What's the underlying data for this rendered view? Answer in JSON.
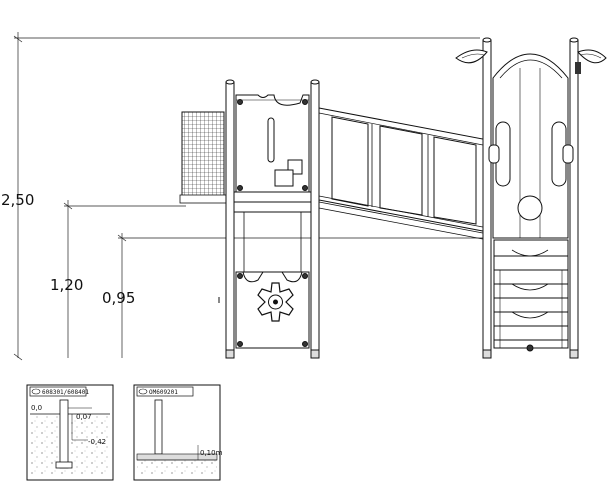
{
  "dimensions": {
    "overall_height": "2,50",
    "platform_height": "1,20",
    "step_height": "0,95"
  },
  "detail_left": {
    "tag": "608301/608401",
    "label_ground": "0,0",
    "label_top": "0,07",
    "label_depth": "-0,42"
  },
  "detail_right": {
    "tag": "OM609201",
    "label_depth": "0,10m"
  }
}
